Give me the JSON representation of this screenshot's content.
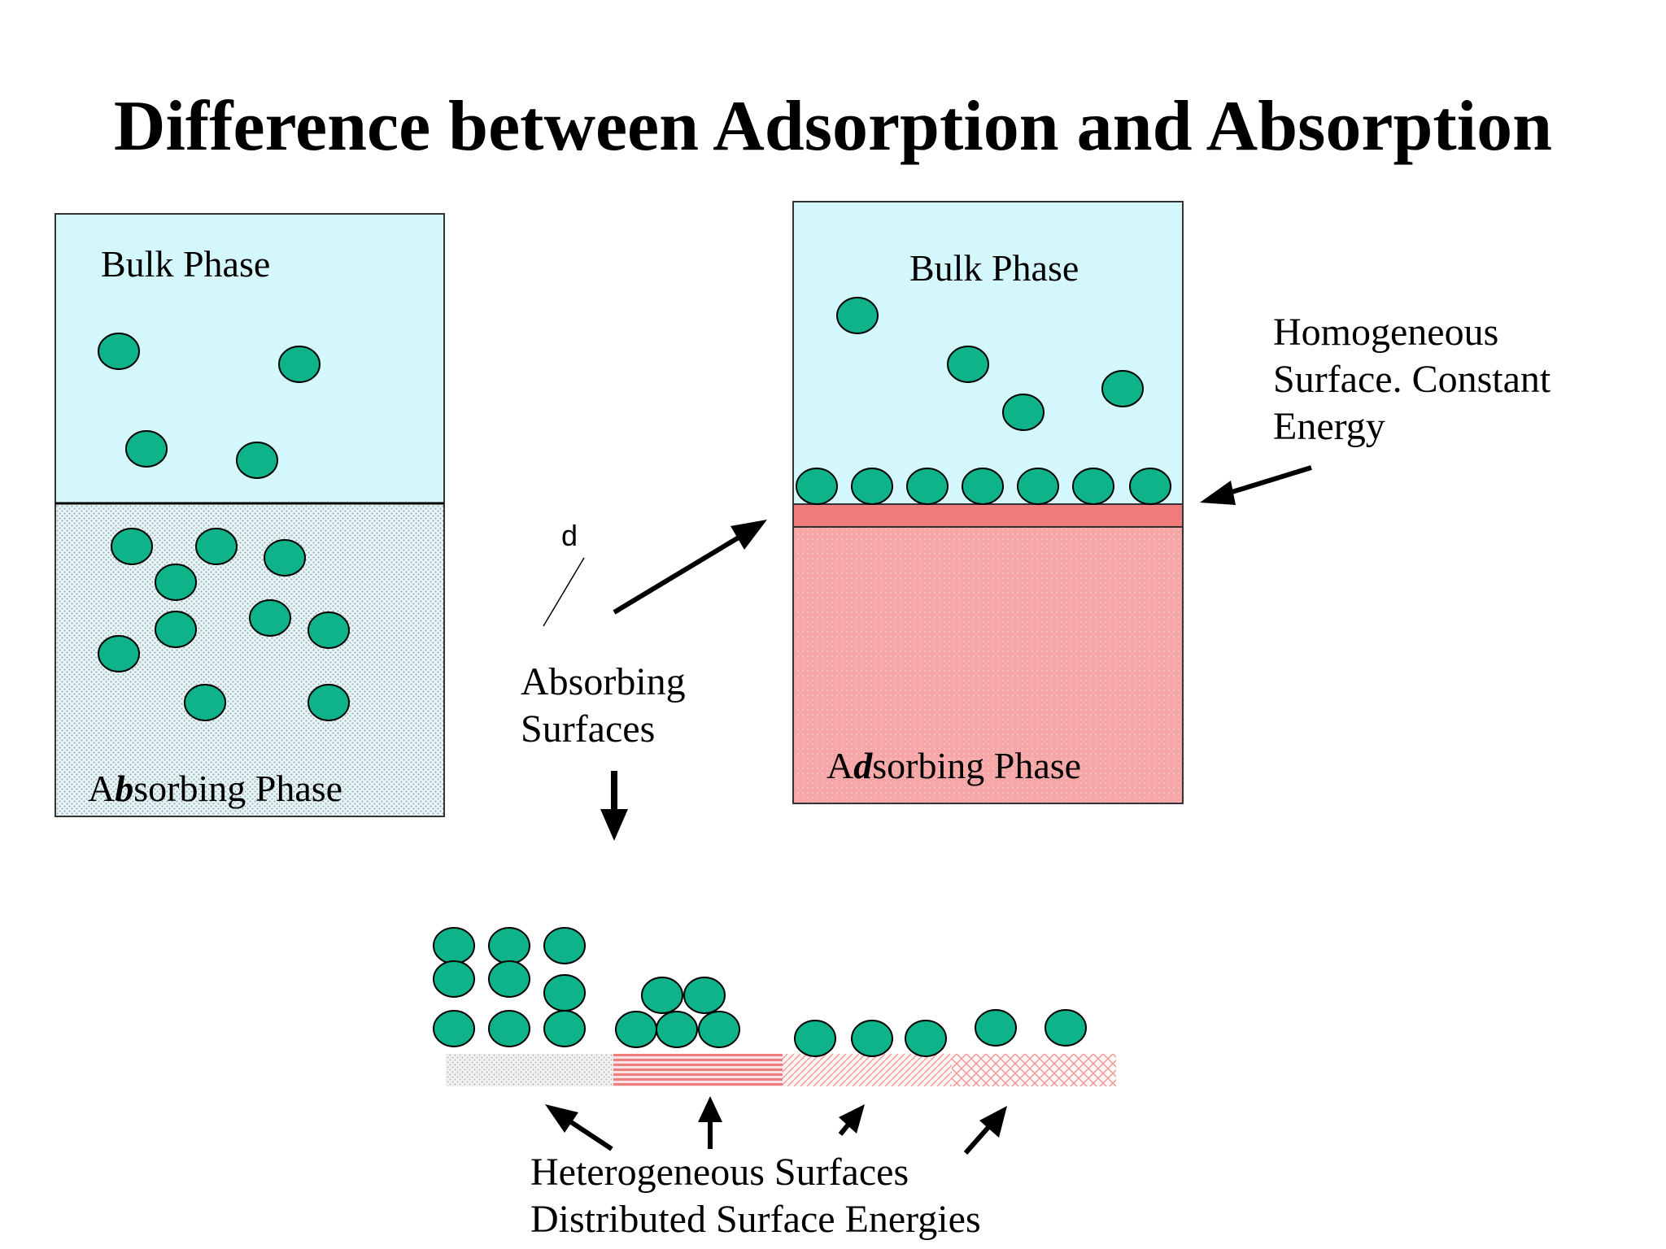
{
  "title": "Difference between Adsorption and Absorption",
  "left_panel": {
    "bulk_label": "Bulk Phase",
    "phase_label_prefix": "A",
    "phase_label_emph": "b",
    "phase_label_suffix": "sorbing Phase"
  },
  "right_panel": {
    "bulk_label": "Bulk Phase",
    "phase_label_prefix": "A",
    "phase_label_emph": "d",
    "phase_label_suffix": "sorbing Phase"
  },
  "homogeneous_label": [
    "Homogeneous",
    "Surface. Constant",
    "Energy"
  ],
  "stray_mark": "d",
  "absorbing_surfaces_label": [
    "Absorbing",
    "Surfaces"
  ],
  "heterogeneous_label": [
    "Heterogeneous Surfaces",
    "Distributed Surface Energies"
  ],
  "colors": {
    "bulk_fill": "#d4f7fb",
    "absorbing_fill": "#e2f3f4",
    "adsorbing_fill": "#f4a0a0",
    "adsorbing_band": "#f07c7c",
    "molecule_fill": "#0fb38a",
    "outline": "#000000"
  }
}
